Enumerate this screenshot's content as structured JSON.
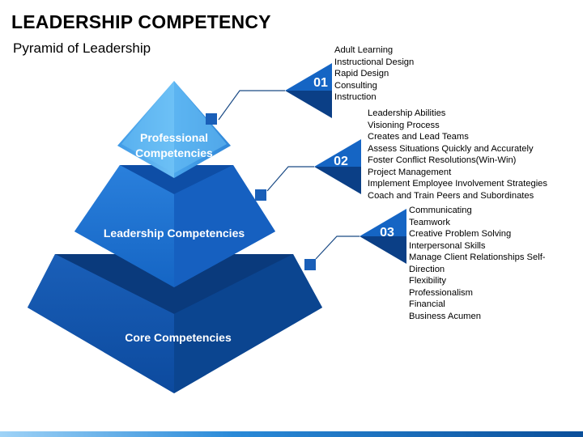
{
  "title": "LEADERSHIP COMPETENCY",
  "subtitle": "Pyramid of Leadership",
  "levels": [
    {
      "number": "01",
      "label_lines": [
        "Professional",
        "Competencies"
      ],
      "items": [
        "Adult Learning",
        "Instructional Design",
        "Rapid Design",
        "Consulting",
        "Instruction"
      ]
    },
    {
      "number": "02",
      "label_lines": [
        "Leadership Competencies"
      ],
      "items": [
        "Leadership Abilities",
        "Visioning Process",
        "Creates and Lead Teams",
        "Assess Situations Quickly and Accurately",
        "Foster Conflict Resolutions(Win-Win)",
        "Project Management",
        "Implement Employee Involvement Strategies",
        "Coach and Train Peers and Subordinates"
      ]
    },
    {
      "number": "03",
      "label_lines": [
        "Core Competencies"
      ],
      "items": [
        "Communicating",
        "Teamwork",
        "Creative Problem Solving",
        "Interpersonal Skills",
        "Manage Client Relationships Self-",
        "Direction",
        "Flexibility",
        "Professionalism",
        "Financial",
        "Business Acumen"
      ]
    }
  ],
  "colors": {
    "top_tier": "#5cb3f0",
    "middle_tier": "#1c6fd0",
    "bottom_tier": "#0d4fa6",
    "marker_dark": "#0b3f86",
    "connector": "#1a4a85"
  }
}
